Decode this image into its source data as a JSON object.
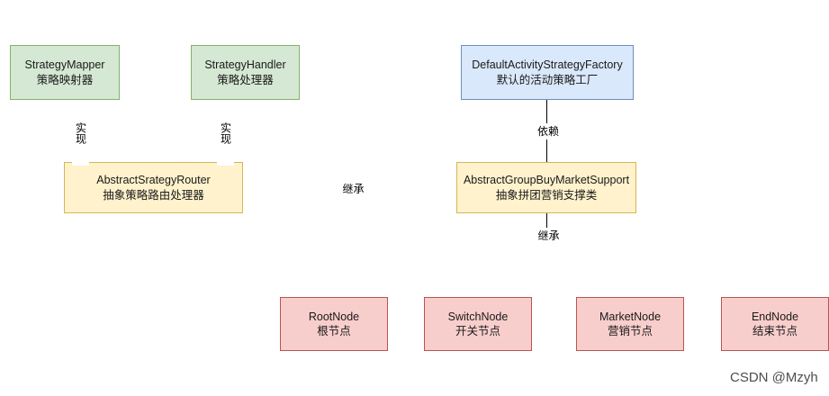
{
  "diagram": {
    "title": "Strategy Router / GroupBuy Market Support UML Diagram",
    "background": "#ffffff",
    "palette": {
      "green_fill": "#d5e8d4",
      "green_border": "#82b366",
      "blue_fill": "#dae8fc",
      "blue_border": "#6c8ebf",
      "yellow_fill": "#fff2cc",
      "yellow_border": "#d6b656",
      "pink_fill": "#f8cecc",
      "pink_border": "#b85450",
      "line": "#000000",
      "text": "#1a1a1a"
    }
  },
  "nodes": {
    "strategy_mapper": {
      "en": "StrategyMapper",
      "cn": "策略映射器",
      "color": "green"
    },
    "strategy_handler": {
      "en": "StrategyHandler",
      "cn": "策略处理器",
      "color": "green"
    },
    "default_activity_strategy_factory": {
      "en": "DefaultActivityStrategyFactory",
      "cn": "默认的活动策略工厂",
      "color": "blue"
    },
    "abstract_strategy_router": {
      "en": "AbstractSrategyRouter",
      "cn": "抽象策略路由处理器",
      "color": "yellow"
    },
    "abstract_group_buy_market_support": {
      "en": "AbstractGroupBuyMarketSupport",
      "cn": "抽象拼团营销支撑类",
      "color": "yellow"
    },
    "root_node": {
      "en": "RootNode",
      "cn": "根节点",
      "color": "pink"
    },
    "switch_node": {
      "en": "SwitchNode",
      "cn": "开关节点",
      "color": "pink"
    },
    "market_node": {
      "en": "MarketNode",
      "cn": "营销节点",
      "color": "pink"
    },
    "end_node": {
      "en": "EndNode",
      "cn": "结束节点",
      "color": "pink"
    }
  },
  "edges": {
    "mapper_to_router": {
      "label": "实现",
      "from": "strategy_mapper",
      "to": "abstract_strategy_router"
    },
    "handler_to_router": {
      "label": "实现",
      "from": "strategy_handler",
      "to": "abstract_strategy_router"
    },
    "factory_to_support": {
      "label": "依赖",
      "from": "default_activity_strategy_factory",
      "to": "abstract_group_buy_market_support"
    },
    "router_to_support": {
      "label": "继承",
      "from": "abstract_strategy_router",
      "to": "abstract_group_buy_market_support"
    },
    "support_to_nodes": {
      "label": "继承",
      "from": "abstract_group_buy_market_support",
      "to": "nodes"
    }
  },
  "watermark": {
    "text": "CSDN @Mzyh"
  }
}
